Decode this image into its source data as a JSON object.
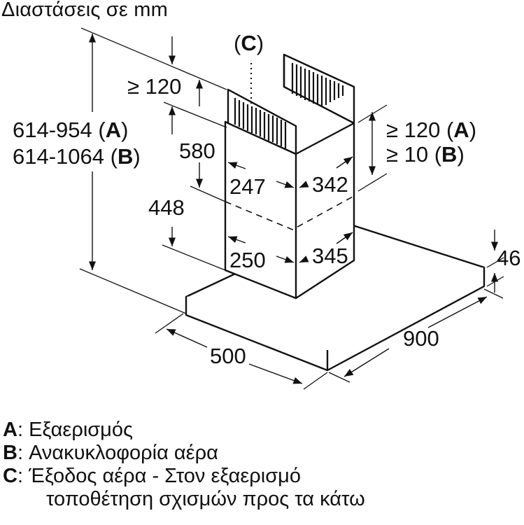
{
  "title": "Διαστάσεις σε mm",
  "diagram": {
    "subject": "chimney-hood-isometric",
    "outlet_label": "(C)",
    "outlet_letter": "C",
    "dimensions": {
      "total_height_A": "614-954",
      "total_height_A_tag": "A",
      "total_height_B": "614-1064",
      "total_height_B_tag": "B",
      "ceiling_gap": "≥ 120",
      "upper_chimney_height": "580",
      "lower_chimney_height": "448",
      "upper_width_front": "247",
      "upper_depth": "342",
      "lower_width_front": "250",
      "lower_depth": "345",
      "right_gap_A": "≥ 120",
      "right_gap_A_tag": "A",
      "right_gap_B": "≥ 10",
      "right_gap_B_tag": "B",
      "canopy_height": "46",
      "canopy_depth": "500",
      "canopy_width": "900"
    }
  },
  "legend": [
    {
      "key": "A",
      "sep": ": ",
      "text": "Εξαερισμός"
    },
    {
      "key": "B",
      "sep": ": ",
      "text": "Ανακυκλοφορία αέρα"
    },
    {
      "key": "C",
      "sep": ": ",
      "text": "Έξοδος αέρα - Στον εξαερισμό"
    }
  ],
  "legend_continuation": "τοποθέτηση σχισμών προς τα κάτω"
}
